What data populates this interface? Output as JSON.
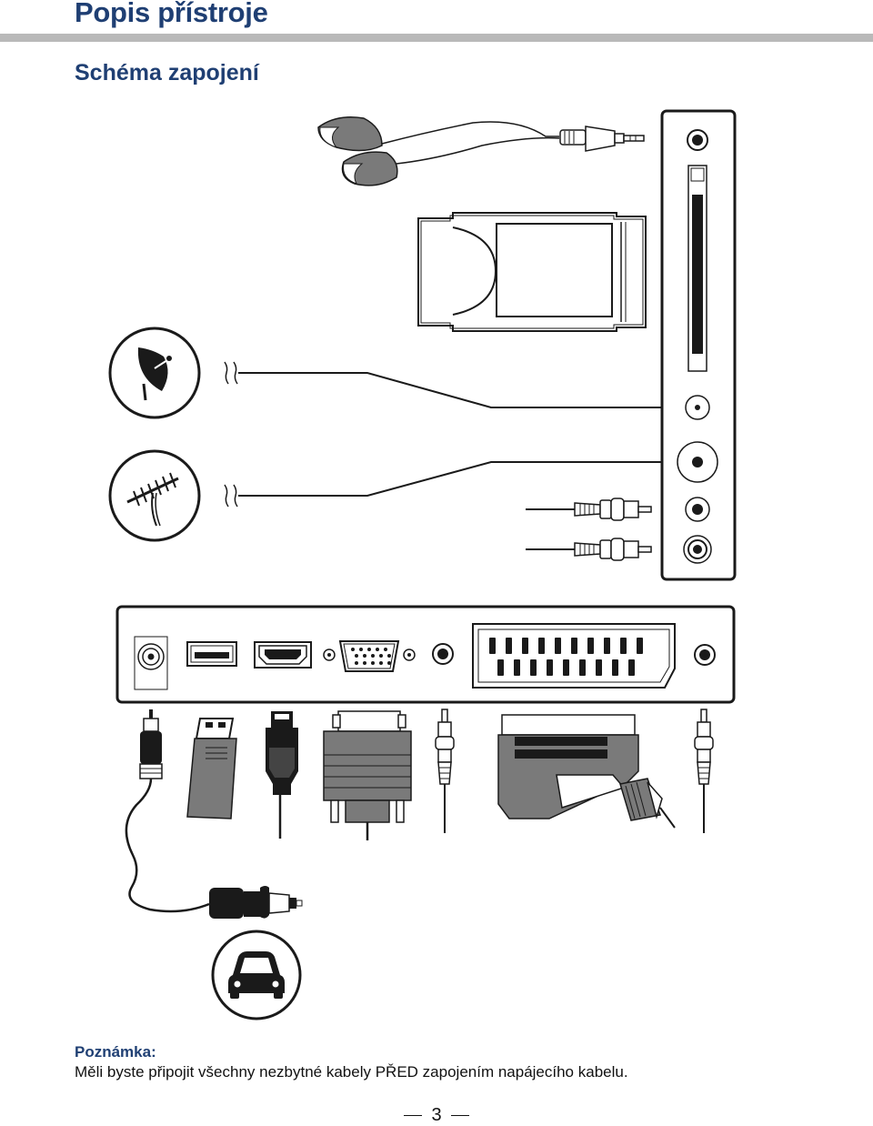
{
  "page": {
    "title": "Popis přístroje",
    "subtitle": "Schéma zapojení",
    "page_number": "3"
  },
  "note": {
    "heading": "Poznámka:",
    "text": "Měli byste připojit všechny nezbytné kabely PŘED zapojením napájecího kabelu."
  },
  "colors": {
    "heading_blue": "#1f3f73",
    "rule_gray": "#b9b9b9",
    "line_dark": "#1a1a1a"
  },
  "icons": {
    "satellite": "satellite-dish-icon",
    "antenna": "antenna-icon",
    "car": "car-icon"
  }
}
